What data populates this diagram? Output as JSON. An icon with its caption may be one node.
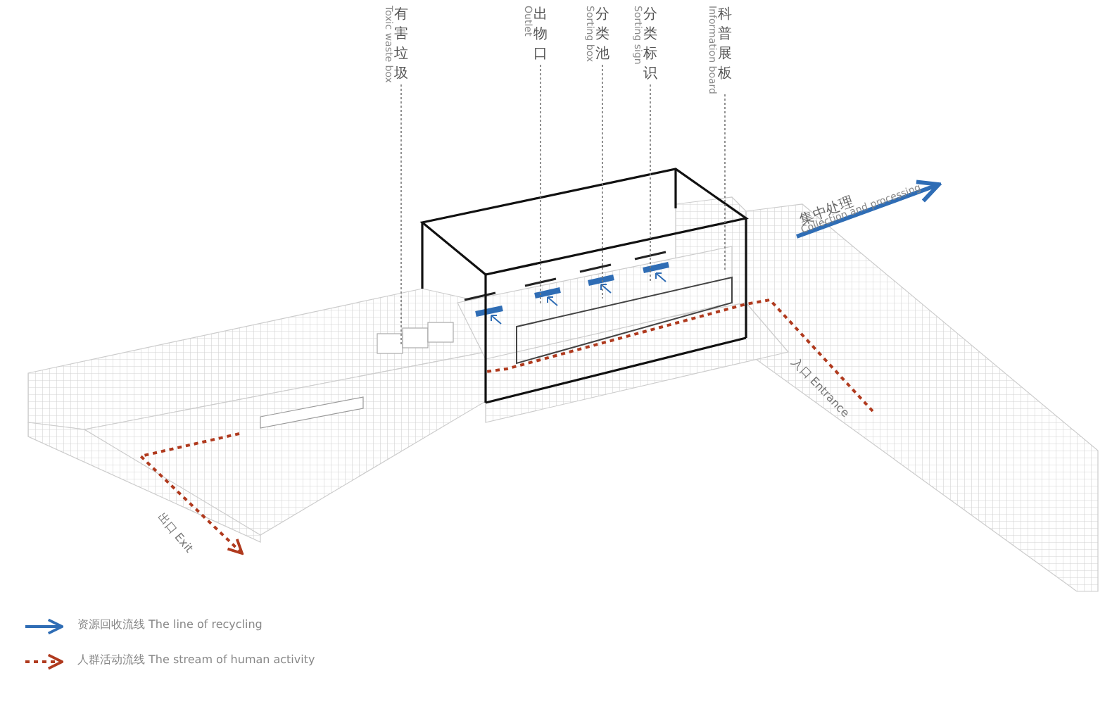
{
  "diagram": {
    "nodes": [
      {
        "text": [
          "有害垃圾",
          "Toxic waste box"
        ]
      },
      {
        "text": [
          "出物口",
          "Outlet"
        ]
      },
      {
        "text": [
          "分类池",
          "Sorting box"
        ]
      },
      {
        "text": [
          "分类标识",
          "Sorting sign"
        ]
      },
      {
        "text": [
          "科普展板",
          "Information board"
        ]
      }
    ],
    "edges": [
      {
        "from": 0,
        "to": null,
        "arrow": "none"
      },
      {
        "from": 1,
        "to": null,
        "arrow": "none"
      },
      {
        "from": 2,
        "to": null,
        "arrow": "none"
      },
      {
        "from": 3,
        "to": null,
        "arrow": "none"
      },
      {
        "from": 4,
        "to": null,
        "arrow": "none"
      }
    ],
    "labels": [
      "集中处理",
      "Collection and processing",
      "入口 Entrance",
      "出口 Exit"
    ],
    "legend": [
      {
        "text": "资源回收流线 The line of recycling"
      },
      {
        "text": "人群活动流线 The stream of human activity"
      }
    ]
  }
}
